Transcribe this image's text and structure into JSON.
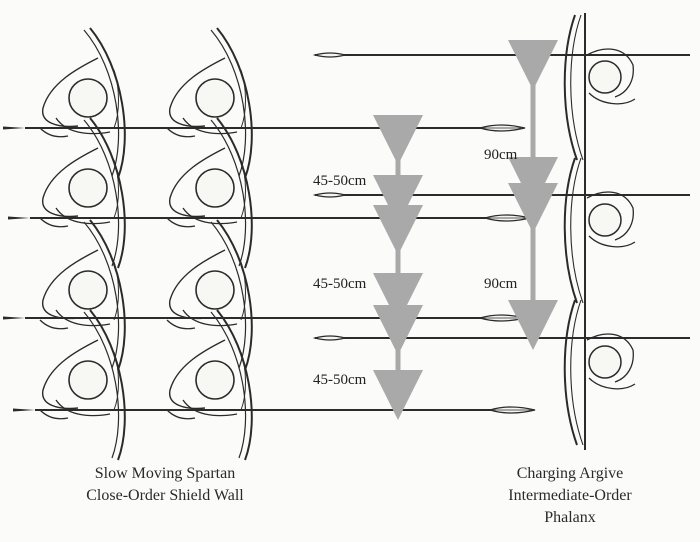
{
  "labels": {
    "spartan_gap": "45-50cm",
    "argive_gap": "90cm"
  },
  "captions": {
    "left": [
      "Slow Moving Spartan",
      "Close-Order Shield Wall"
    ],
    "right": [
      "Charging Argive",
      "Intermediate-Order",
      "Phalanx"
    ]
  },
  "colors": {
    "ink": "#2b2b2b",
    "arrow": "#a9a9a9",
    "background": "#fbfbf9"
  }
}
